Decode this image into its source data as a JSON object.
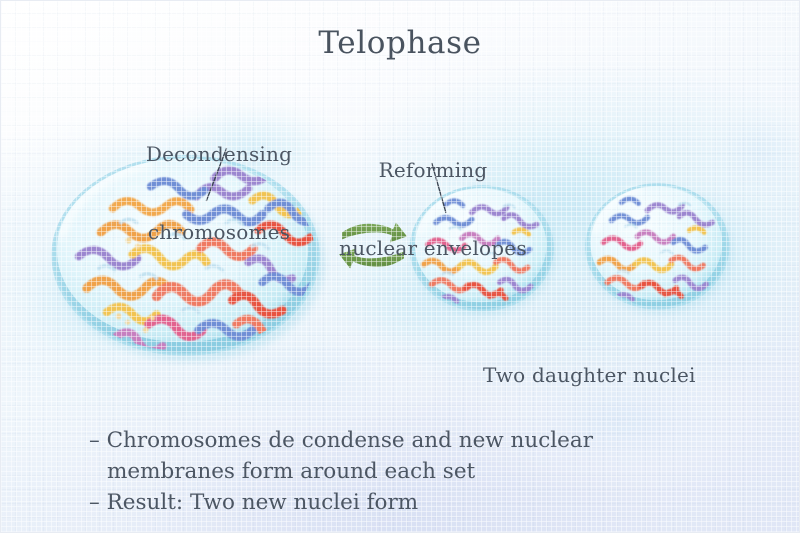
{
  "slide": {
    "title": "Telophase",
    "background_colors": {
      "page_light": "#ffffff",
      "page_blue": "#dfe6f6",
      "cloud_cyan": "#b7e2f2",
      "text": "#4c5663"
    }
  },
  "labels": {
    "decondensing": {
      "line1": "Decondensing",
      "line2": "chromosomes"
    },
    "reforming": {
      "line1": "Reforming",
      "line2": "nuclear envelopes"
    },
    "daughter_nuclei": "Two daughter nuclei"
  },
  "bullets": [
    {
      "marker": "–",
      "line1": "Chromosomes de condense and new nuclear",
      "line2": "membranes form around each set"
    },
    {
      "marker": "–",
      "line1": "Result: Two new nuclei form",
      "line2": ""
    }
  ],
  "diagram": {
    "arrow_color": "#6f9c4c",
    "cell_membrane_color": "#b9e4ef",
    "cell_fill_color": "#e8f7fc",
    "leader_line_color": "#3c4654",
    "chromosome_colors": [
      "#9b86d0",
      "#6f8fd6",
      "#f0a24a",
      "#f2c451",
      "#ef7a62",
      "#e2648f",
      "#c77fc0",
      "#e8533f"
    ],
    "cells": [
      {
        "name": "parent-cell",
        "role": "large decondensing nucleus",
        "chromosome_count": 22
      },
      {
        "name": "daughter-cell-left",
        "role": "reforming nuclear envelope",
        "chromosome_count": 16
      },
      {
        "name": "daughter-cell-right",
        "role": "reforming nuclear envelope",
        "chromosome_count": 16
      }
    ],
    "arrow_icon": "cycle-arrows-icon"
  }
}
